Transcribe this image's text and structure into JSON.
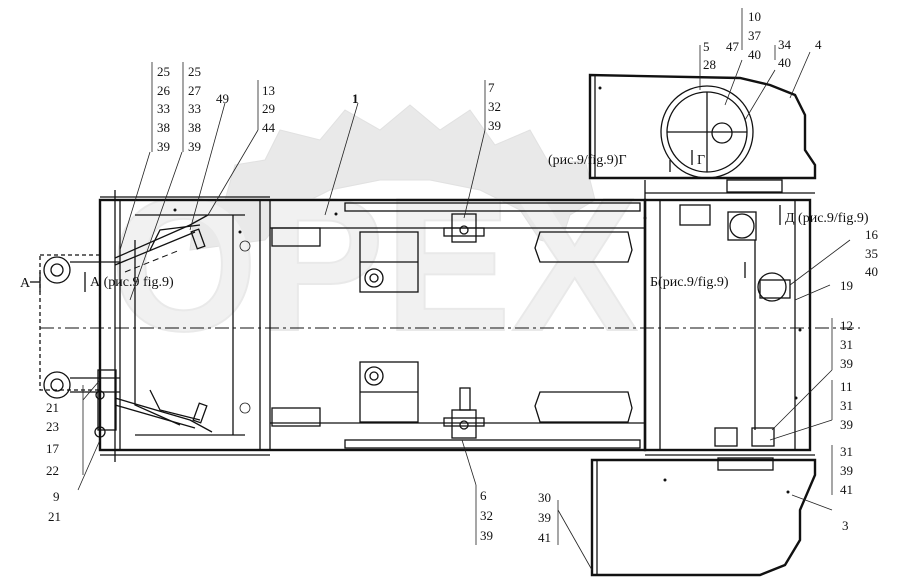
{
  "watermark": "OPEX",
  "callouts": {
    "c25a": [
      "25",
      "26",
      "33",
      "38",
      "39"
    ],
    "c25b": [
      "25",
      "27",
      "33",
      "38",
      "39"
    ],
    "c49": [
      "49"
    ],
    "c13": [
      "13",
      "29",
      "44"
    ],
    "c1": [
      "1"
    ],
    "c7": [
      "7",
      "32",
      "39"
    ],
    "c10": [
      "10",
      "37",
      "40"
    ],
    "c5": [
      "5",
      "28"
    ],
    "c47": [
      "47"
    ],
    "c34": [
      "34",
      "40"
    ],
    "c4": [
      "4"
    ],
    "c16": [
      "16",
      "35",
      "40"
    ],
    "c19": [
      "19"
    ],
    "c12": [
      "12",
      "31",
      "39"
    ],
    "c11": [
      "11",
      "31",
      "39"
    ],
    "c31": [
      "31",
      "39",
      "41"
    ],
    "c3": [
      "3"
    ],
    "c21": [
      "21",
      "23",
      "17",
      "22"
    ],
    "c9": [
      "9",
      "21"
    ],
    "c6": [
      "6",
      "32",
      "39"
    ],
    "c30": [
      "30",
      "39",
      "41"
    ]
  },
  "section_refs": {
    "a_left": "А",
    "a_mid": "А (рис.9 fig.9)",
    "g_ref": "(рис.9/fig.9)Г",
    "g_mark": "Г",
    "d_ref": "Д (рис.9/fig.9)",
    "b_ref": "Б(рис.9/fig.9)"
  }
}
